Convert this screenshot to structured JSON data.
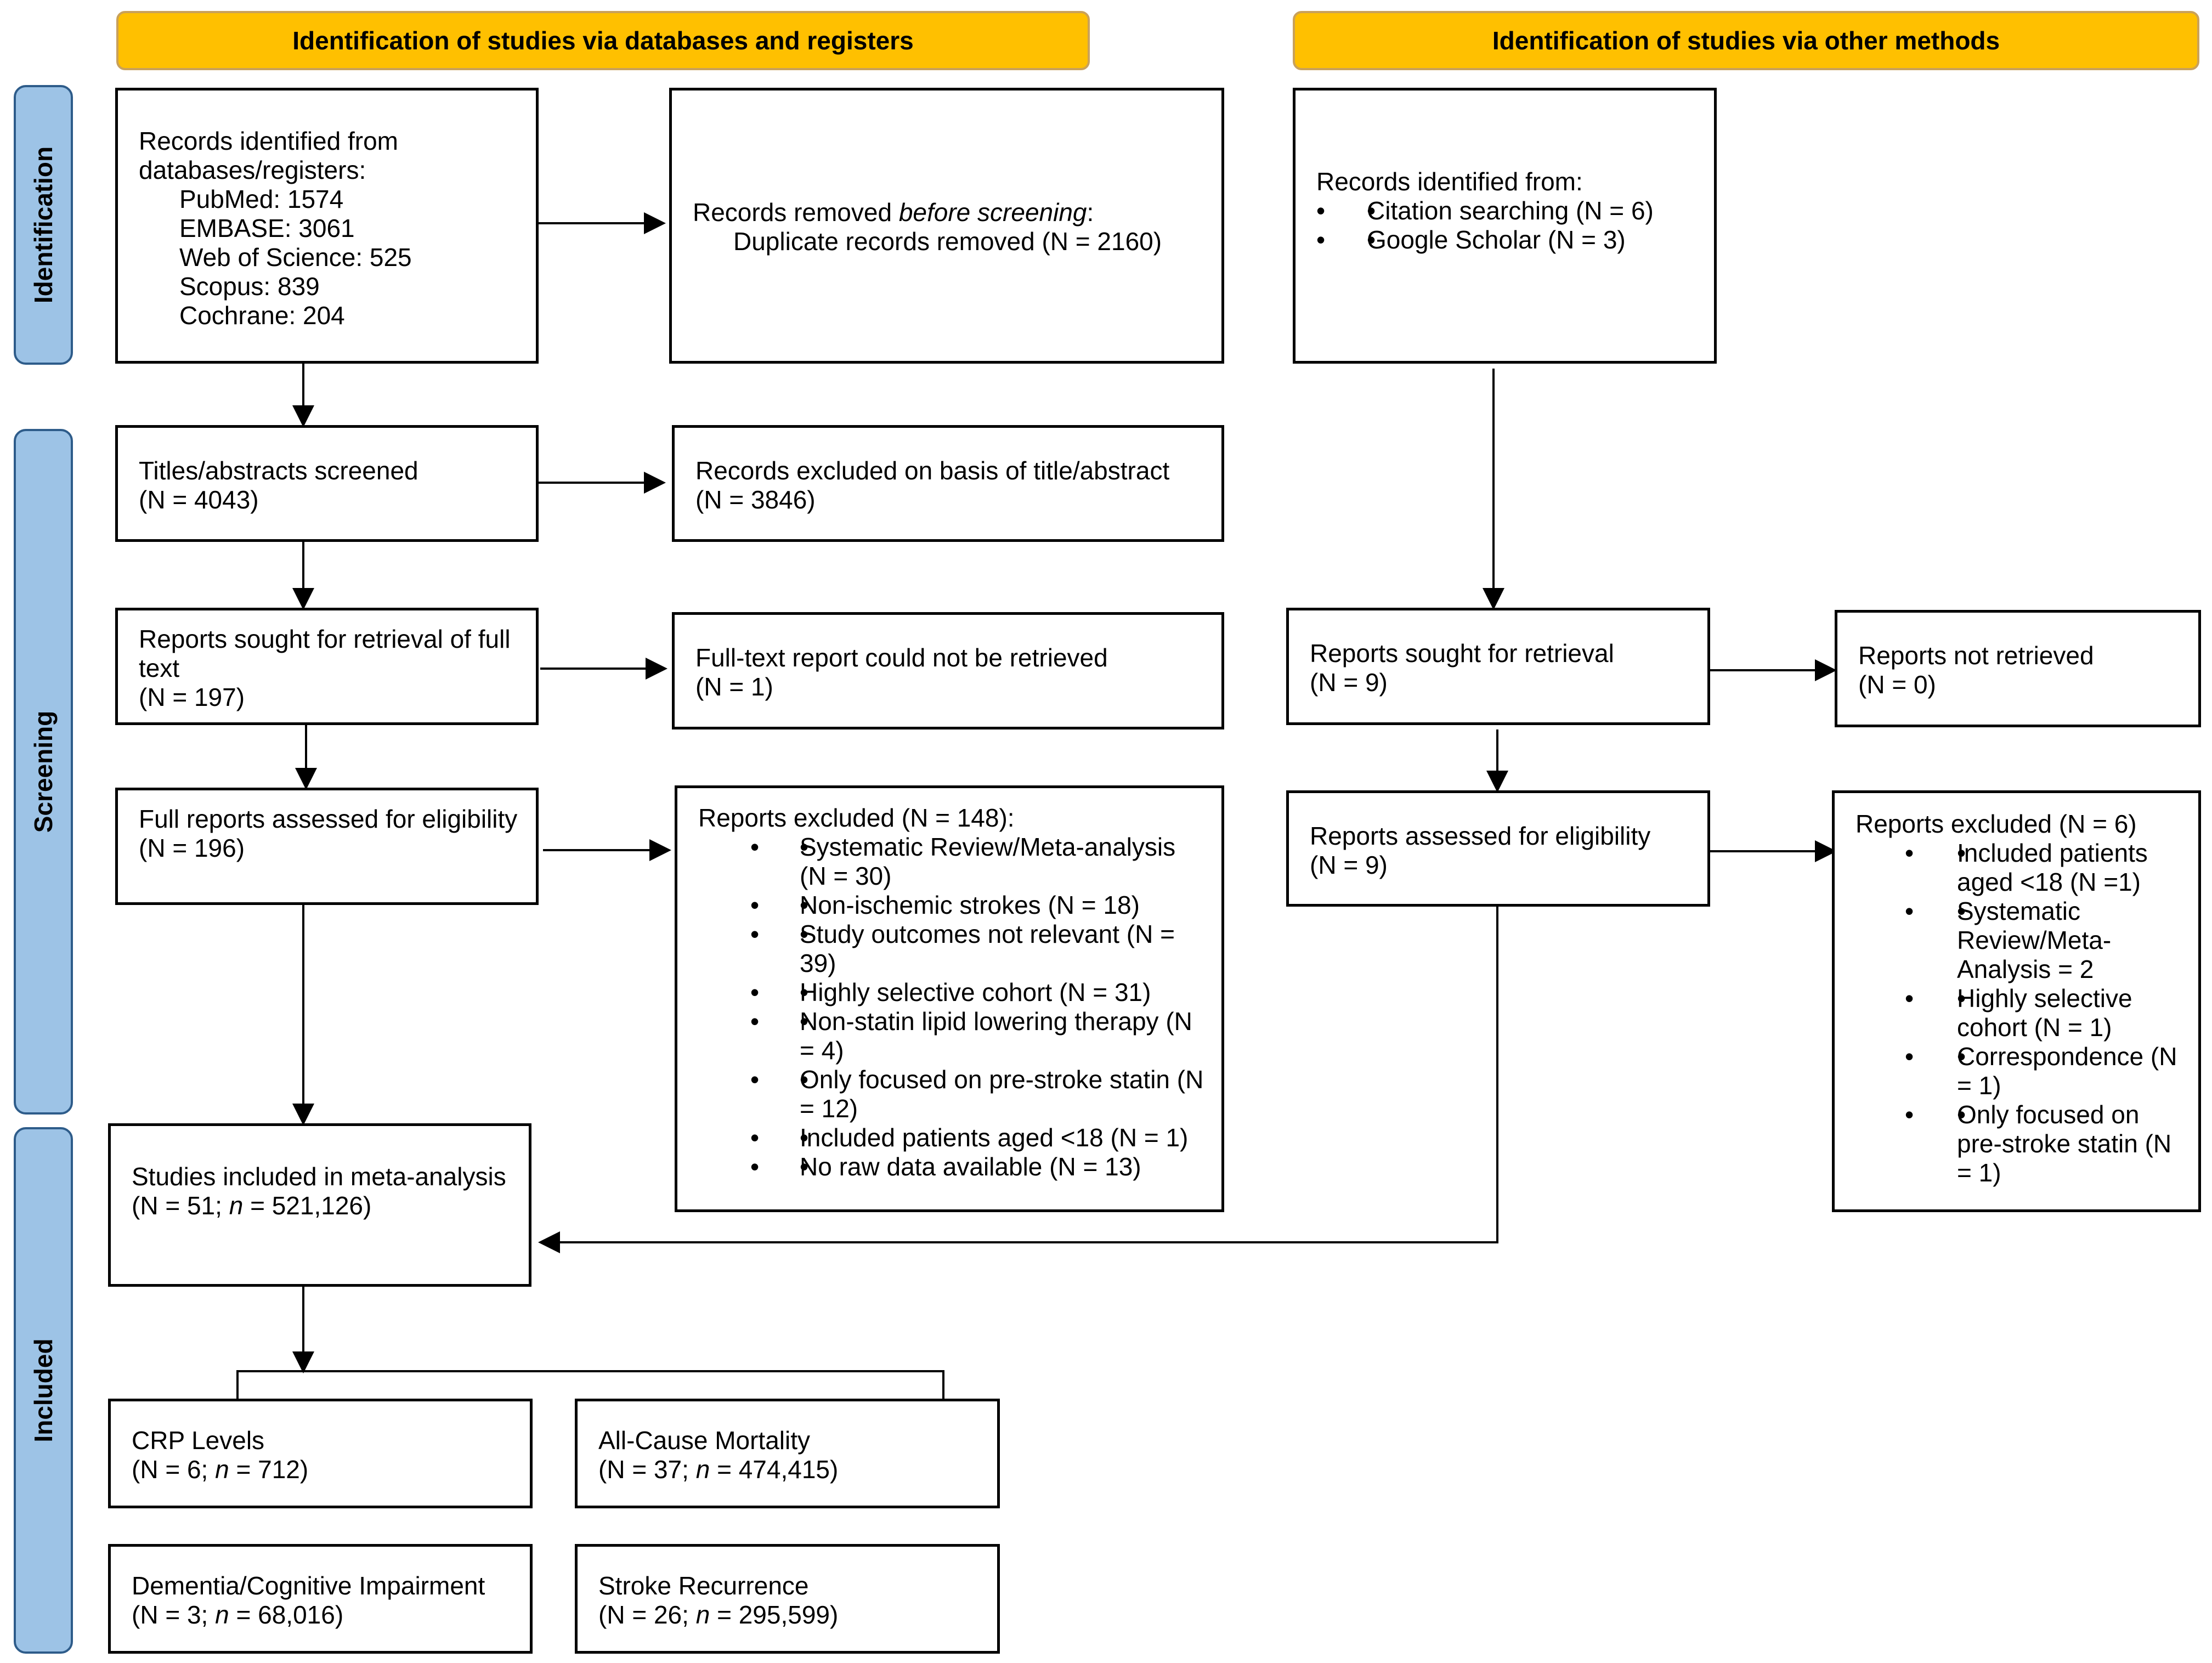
{
  "headers": {
    "databases": "Identification of studies via databases and registers",
    "other": "Identification of studies via other methods"
  },
  "phases": {
    "identification": "Identification",
    "screening": "Screening",
    "included": "Included"
  },
  "boxes": {
    "records_identified": {
      "title": "Records identified from databases/registers:",
      "items": [
        "PubMed: 1574",
        "EMBASE: 3061",
        "Web of Science: 525",
        "Scopus: 839",
        "Cochrane: 204"
      ]
    },
    "records_removed": {
      "prefix": "Records removed ",
      "emph": "before screening",
      "suffix": ":",
      "line2": "Duplicate records removed (N = 2160)"
    },
    "other_records": {
      "title": "Records identified from:",
      "items": [
        "Citation searching (N = 6)",
        "Google Scholar (N = 3)"
      ]
    },
    "titles_screened": {
      "line1": "Titles/abstracts screened",
      "line2": "(N = 4043)"
    },
    "records_excluded": {
      "line1": "Records excluded on basis of title/abstract",
      "line2": "(N = 3846)"
    },
    "reports_sought": {
      "line1": "Reports sought for retrieval of full text",
      "line2": "(N = 197)"
    },
    "not_retrieved_db": {
      "line1": "Full-text report could not be retrieved",
      "line2": "(N = 1)"
    },
    "reports_sought_other": {
      "line1": "Reports sought for retrieval",
      "line2": "(N = 9)"
    },
    "not_retrieved_other": {
      "line1": "Reports not retrieved",
      "line2": "(N = 0)"
    },
    "full_assessed": {
      "line1": "Full reports assessed for eligibility",
      "line2": "(N = 196)"
    },
    "reports_excluded_db": {
      "title": "Reports excluded (N = 148):",
      "items": [
        "Systematic Review/Meta-analysis (N = 30)",
        "Non-ischemic strokes (N = 18)",
        "Study outcomes not relevant (N = 39)",
        "Highly selective cohort (N = 31)",
        "Non-statin lipid lowering therapy (N = 4)",
        "Only focused on pre-stroke statin (N = 12)",
        "Included patients aged <18 (N = 1)",
        "No raw data available (N = 13)"
      ]
    },
    "assessed_other": {
      "line1": "Reports assessed for eligibility",
      "line2": "(N = 9)"
    },
    "reports_excluded_other": {
      "title": "Reports excluded (N = 6)",
      "items": [
        "Included patients aged <18 (N =1)",
        "Systematic Review/Meta-Analysis = 2",
        "Highly selective cohort (N = 1)",
        "Correspondence (N = 1)",
        "Only focused on pre-stroke statin (N = 1)"
      ]
    },
    "studies_included": {
      "line1": "Studies included in meta-analysis",
      "n_prefix": "(N = 51; ",
      "n_italic": "n",
      "n_suffix": " = 521,126)"
    },
    "crp": {
      "line1": "CRP Levels",
      "n_prefix": "(N = 6; ",
      "n_italic": "n",
      "n_suffix": " = 712)"
    },
    "mortality": {
      "line1": "All-Cause Mortality",
      "n_prefix": "(N = 37; ",
      "n_italic": "n",
      "n_suffix": " = 474,415)"
    },
    "dementia": {
      "line1": "Dementia/Cognitive Impairment",
      "n_prefix": "(N = 3; ",
      "n_italic": "n",
      "n_suffix": " = 68,016)"
    },
    "recurrence": {
      "line1": "Stroke Recurrence",
      "n_prefix": "(N = 26; ",
      "n_italic": "n",
      "n_suffix": " = 295,599)"
    }
  },
  "colors": {
    "header_fill": "#FFC000",
    "phase_fill": "#9DC3E6",
    "line": "#000000"
  }
}
